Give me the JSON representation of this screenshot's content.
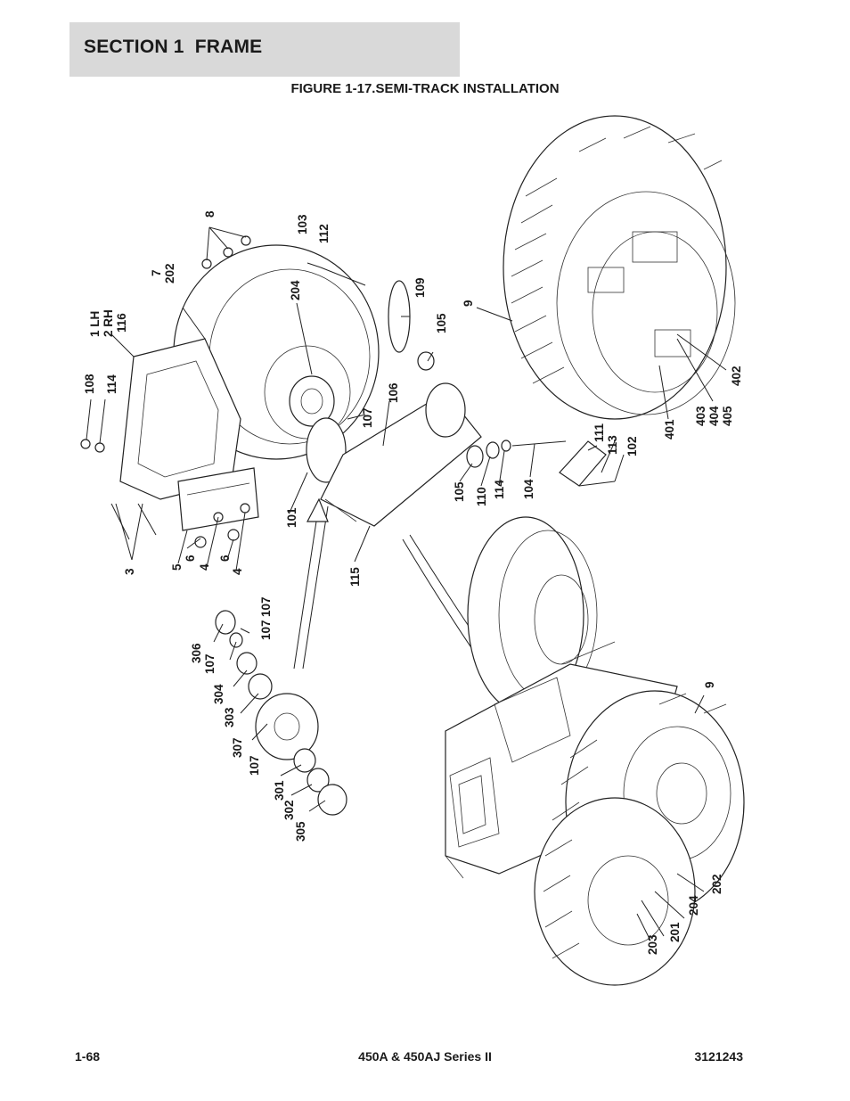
{
  "header": {
    "section_title": "SECTION 1  FRAME",
    "figure_title": "FIGURE 1-17.SEMI-TRACK INSTALLATION"
  },
  "figure": {
    "labels": {
      "l_1lh": "1 LH",
      "l_2rh": "2 RH",
      "l_116": "116",
      "l_7": "7",
      "l_202a": "202",
      "l_8": "8",
      "l_103": "103",
      "l_112": "112",
      "l_204a": "204",
      "l_109": "109",
      "l_105a": "105",
      "l_9a": "9",
      "l_108": "108",
      "l_114a": "114",
      "l_106": "106",
      "l_107a": "107",
      "l_101": "101",
      "l_3": "3",
      "l_5": "5",
      "l_6a": "6",
      "l_4a": "4",
      "l_6b": "6",
      "l_4b": "4",
      "l_115": "115",
      "l_105b": "105",
      "l_110": "110",
      "l_114b": "114",
      "l_104": "104",
      "l_111": "111",
      "l_113": "113",
      "l_102": "102",
      "l_401": "401",
      "l_403": "403",
      "l_404": "404",
      "l_405": "405",
      "l_402": "402",
      "l_306": "306",
      "l_107b": "107",
      "l_107c": "107",
      "l_107d": "107",
      "l_304": "304",
      "l_303": "303",
      "l_307": "307",
      "l_107e": "107",
      "l_301": "301",
      "l_302": "302",
      "l_305": "305",
      "l_9b": "9",
      "l_202b": "202",
      "l_204b": "204",
      "l_201": "201",
      "l_203": "203"
    }
  },
  "footer": {
    "page_number": "1-68",
    "model": "450A & 450AJ Series II",
    "doc_number": "3121243"
  }
}
